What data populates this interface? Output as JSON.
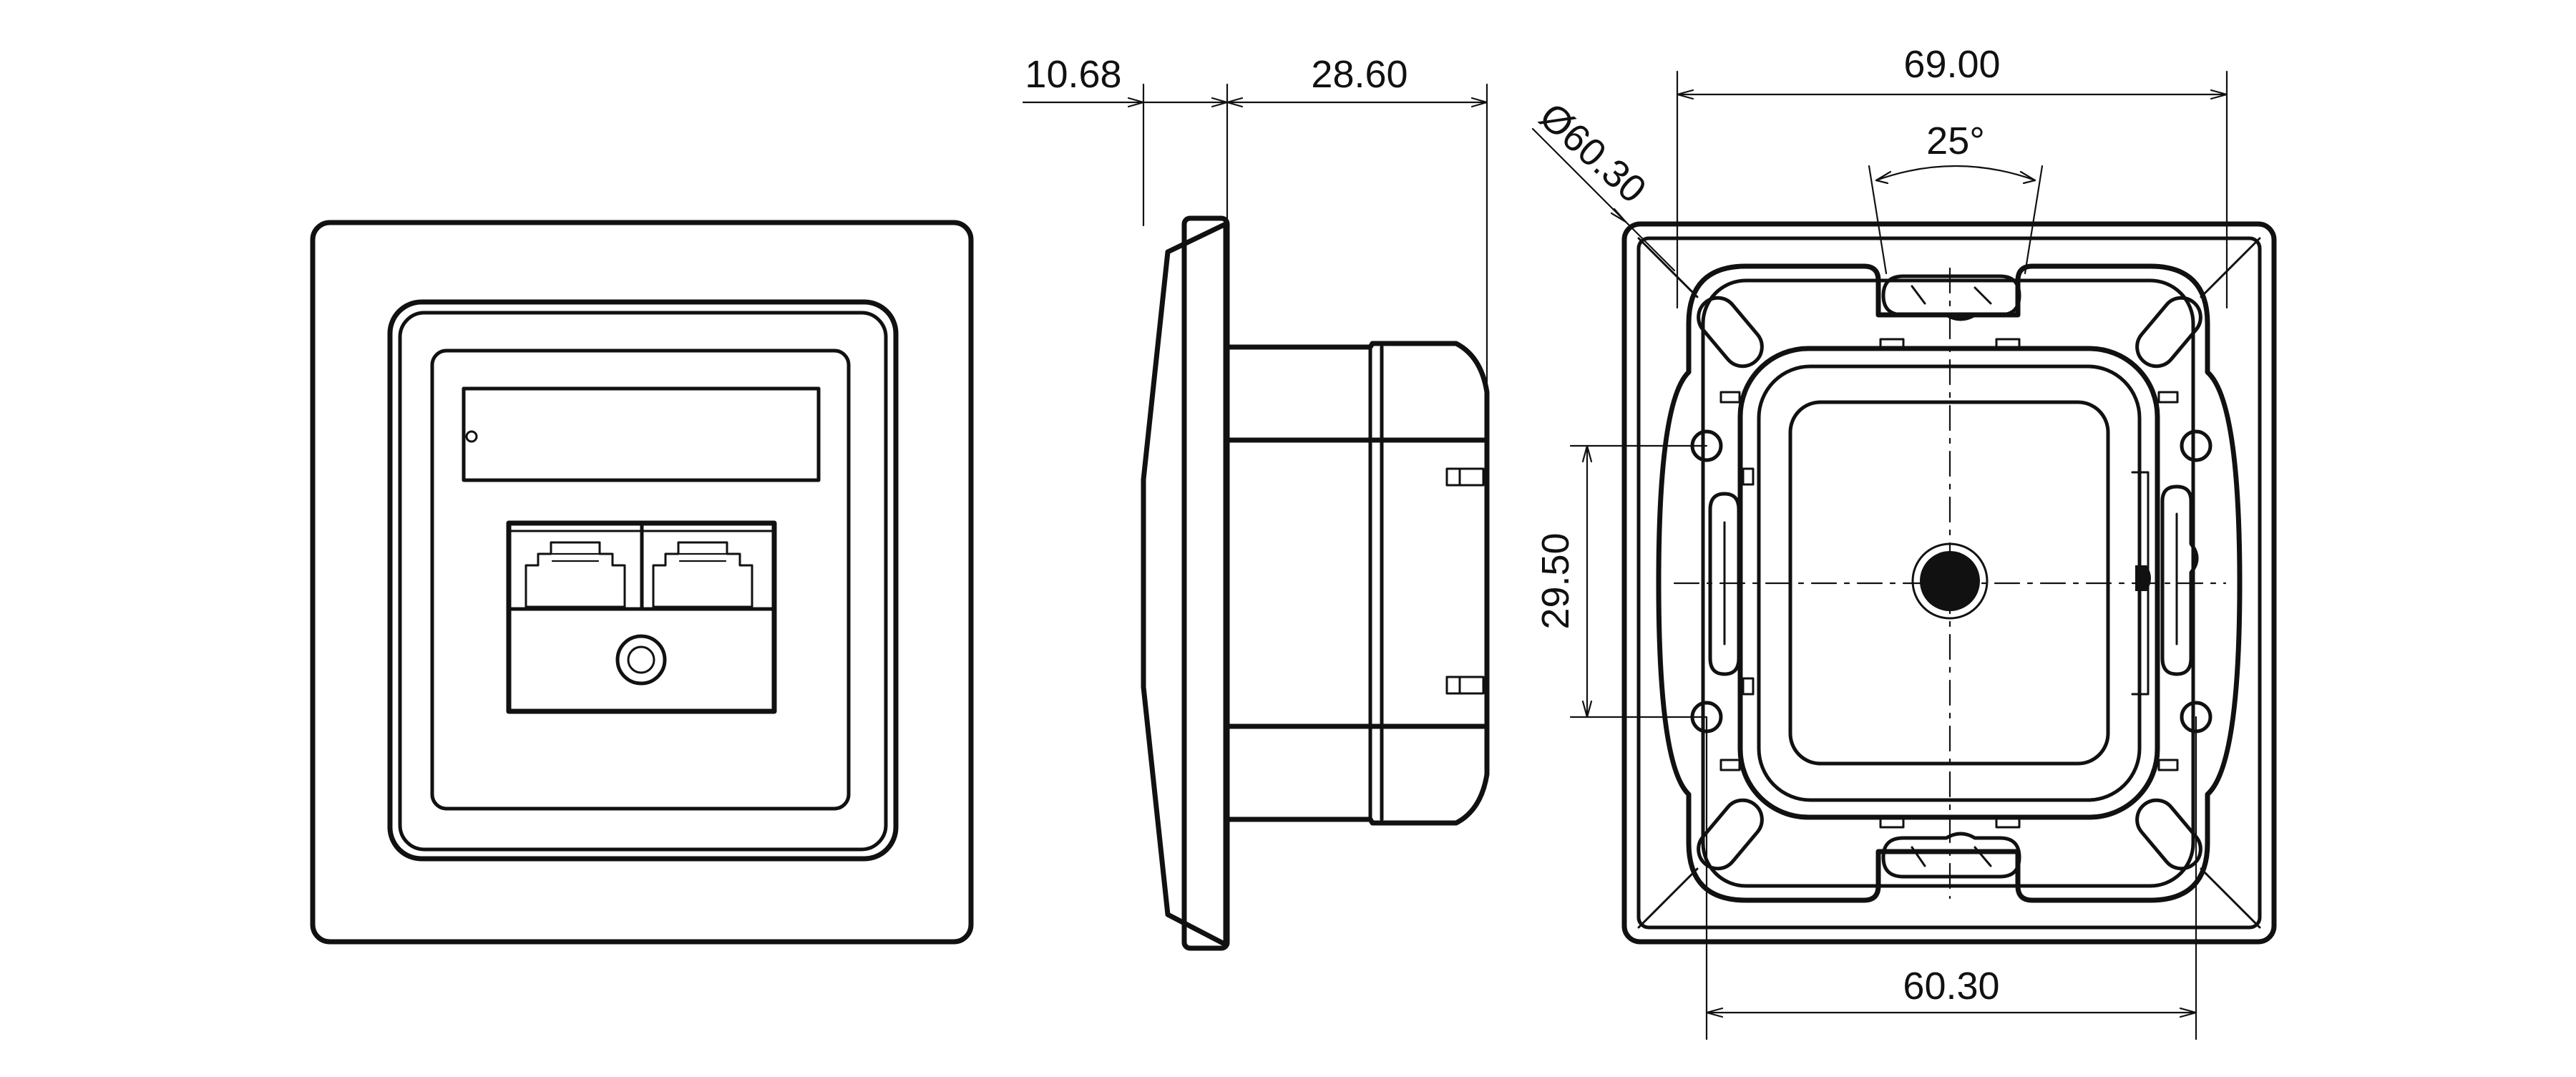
{
  "dimensions": {
    "front_depth": "10.68",
    "body_depth": "28.60",
    "overall_width": "69.00",
    "circle_diameter": "Ø60.30",
    "slot_angle": "25°",
    "hole_spacing": "29.50",
    "frame_width": "60.30"
  },
  "colors": {
    "line": "#111111",
    "background": "#ffffff"
  }
}
